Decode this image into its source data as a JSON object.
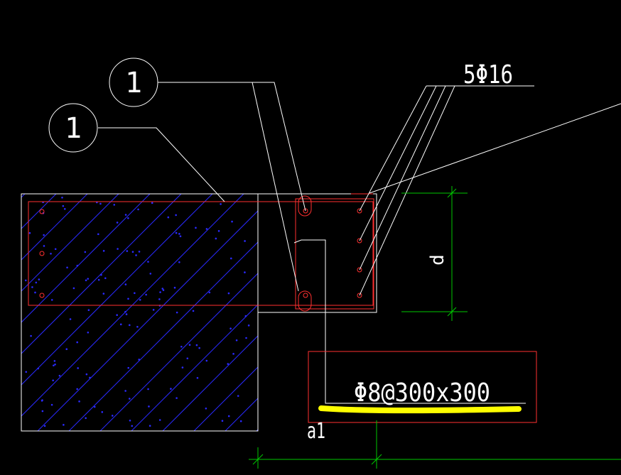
{
  "drawing": {
    "callouts": [
      {
        "label": "1"
      },
      {
        "label": "1"
      }
    ],
    "rebar_label": "5Φ16",
    "dimension_label": "d",
    "stirrup_label": "Φ8@300x300",
    "axis_label": "a1"
  },
  "colors": {
    "background": "#000000",
    "lines": "#ffffff",
    "rebar": "#ff3030",
    "hatch": "#2a2aff",
    "dimension": "#00c800",
    "highlight": "#ffff00"
  }
}
